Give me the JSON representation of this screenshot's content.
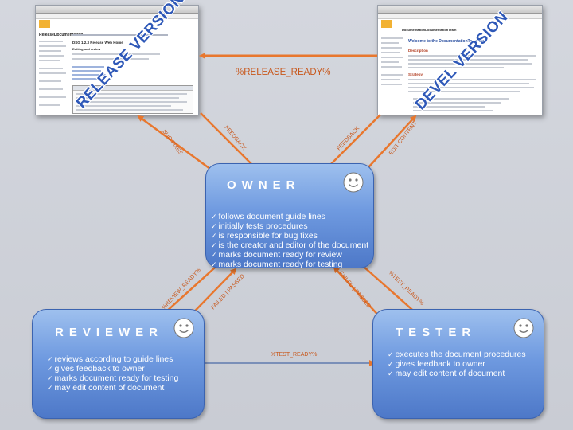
{
  "screens": {
    "release": {
      "watermark": "RELEASE VERSION",
      "page_title": "ReleaseDocumentation",
      "heading": "DSG 1.2.3 Release Web Home",
      "subheading": "Editing and review"
    },
    "devel": {
      "watermark": "DEVEL VERSION",
      "page_title": "DocumentationDocumentationTeam",
      "heading": "Welcome to the DocumentationTeam Web",
      "section1": "Description",
      "section2": "Strategy"
    }
  },
  "connectors": {
    "release_ready": "%RELEASE_READY%",
    "bug_fixes": "BUG FIXES",
    "feedback_left": "FEEDBACK",
    "feedback_right": "FEEDBACK",
    "edit_content": "EDIT CONTENT",
    "review_ready": "%REVIEW_READY%",
    "failed_passed_left": "FAILED | PASSED",
    "failed_passed_right": "FAILED | PASSED",
    "test_ready_right": "%TEST_READY%",
    "test_ready_bottom": "%TEST_READY%"
  },
  "owner": {
    "title": "OWNER",
    "items": [
      "follows document guide lines",
      "initially tests procedures",
      "is responsible for bug fixes",
      "is the creator and editor of the document",
      "marks document ready for review",
      "marks document ready for testing"
    ]
  },
  "reviewer": {
    "title": "REVIEWER",
    "items": [
      "reviews according to guide lines",
      "gives feedback to owner",
      "marks document ready for testing",
      "may edit content of document"
    ]
  },
  "tester": {
    "title": "TESTER",
    "items": [
      "executes the document procedures",
      "gives feedback to owner",
      "may edit content of document"
    ]
  },
  "colors": {
    "arrow": "#e8772e",
    "box_top": "#9ec0ee",
    "box_bottom": "#4d78c8",
    "label": "#c8581c"
  },
  "icons": [
    "smiley-icon",
    "checkmark-icon"
  ]
}
